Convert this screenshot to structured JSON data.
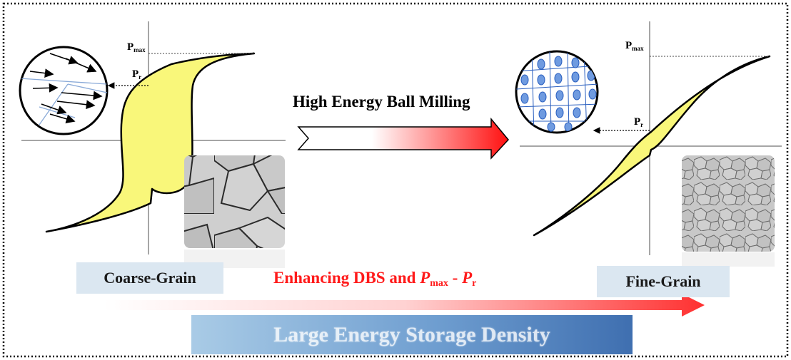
{
  "left_loop": {
    "pmax_label": "P",
    "pmax_sub": "max",
    "pr_label": "P",
    "pr_sub": "r",
    "grain_label": "Coarse-Grain"
  },
  "right_loop": {
    "pmax_label": "P",
    "pmax_sub": "max",
    "pr_label": "P",
    "pr_sub": "r",
    "grain_label": "Fine-Grain"
  },
  "process": {
    "title": "High Energy Ball Milling"
  },
  "enhance": {
    "prefix": "Enhancing DBS and ",
    "p1": "P",
    "p1_sub": "max",
    "dash": " - ",
    "p2": "P",
    "p2_sub": "r"
  },
  "banner": {
    "text": "Large Energy Storage Density"
  },
  "colors": {
    "loop_fill": "#f9f77a",
    "arrow_red": "#ff2020",
    "banner_blue": "#6f9ed0",
    "label_bg": "#dbe7f1",
    "domain_blue": "#2a5fbf"
  }
}
